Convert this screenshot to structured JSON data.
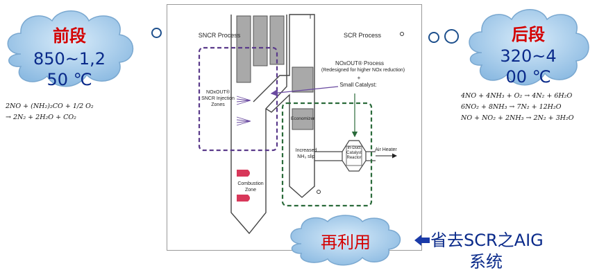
{
  "left_cloud": {
    "title": "前段",
    "line1": "850~1,2",
    "line2": "50 ℃",
    "formula_line1": "2NO + (NH₂)₂CO + 1/2 O₂",
    "formula_line2": "→ 2N₂ + 2H₂O + CO₂"
  },
  "right_cloud": {
    "title": "后段",
    "line1": "320~4",
    "line2": "00 ℃",
    "formula_line1": "4NO + 4NH₃ + O₂ → 4N₂ + 6H₂O",
    "formula_line2": "6NO₂ + 8NH₃ → 7N₂ + 12H₂O",
    "formula_line3": "NO + NO₂ + 2NH₃ → 2N₂ + 3H₂O"
  },
  "diagram": {
    "sncr_process": "SNCR Process",
    "scr_process": "SCR Process",
    "noxout_title": "NOxOUT® Process",
    "noxout_subtitle": "(Redesigned for higher NOx reduction)",
    "plus": "+",
    "small_catalyst": "Small Catalyst:",
    "injection_zones": "NOxOUT® SNCR Injection Zones",
    "economizer": "Economizer",
    "increased_slip": "Increased NH₃ slip",
    "reactor": "In-Duct Catalyst Reactor",
    "air_heater": "Air Heater",
    "combustion_zone": "Combustion Zone"
  },
  "bottom_cloud": {
    "label": "再利用"
  },
  "note": {
    "line1": "省去SCR之AIG",
    "line2": "系统"
  },
  "colors": {
    "cloud_fill": "#9ec6e8",
    "cloud_title": "#d40000",
    "cloud_text": "#0a2a8a",
    "sncr_box": "#5a3a8a",
    "scr_box": "#2a6a3a",
    "arrow_purple": "#6a4aa0",
    "combustion_red": "#d8385a"
  }
}
